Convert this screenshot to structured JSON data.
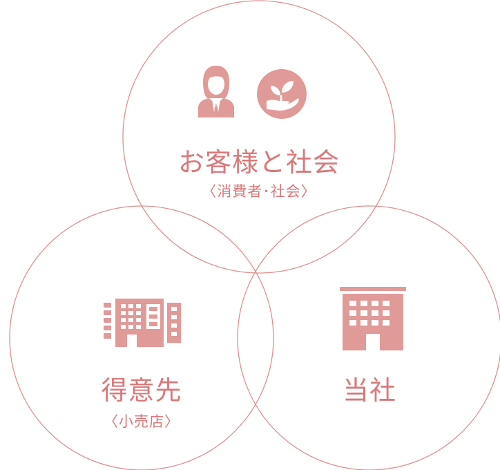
{
  "colors": {
    "accent": "#d97f80",
    "accent_fill": "#e09a98",
    "circle_stroke": "#dd8f8e",
    "text": "#d8797a",
    "background": "#ffffff"
  },
  "circles": {
    "top": {
      "title": "お客様と社会",
      "subtitle": "〈消費者･社会〉",
      "icons": [
        "businesswoman-icon",
        "hand-sprout-icon"
      ]
    },
    "bottom_left": {
      "title": "得意先",
      "subtitle": "〈小売店〉",
      "icons": [
        "building-icon"
      ]
    },
    "bottom_right": {
      "title": "当社",
      "icons": [
        "office-building-icon"
      ]
    }
  }
}
